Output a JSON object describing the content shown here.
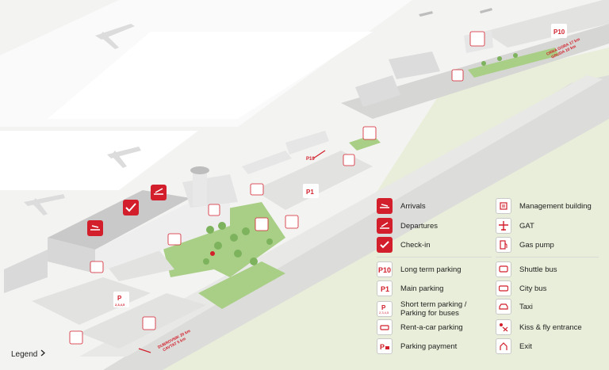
{
  "legend_link": {
    "label": "Legend",
    "chevron": "chevron-right-icon"
  },
  "road_signs": {
    "upper": "CRNA GORA 17 km",
    "upper_2": "GRUDA 10 km",
    "lower": "DUBROVNIK 20 km",
    "lower_2": "CAVTAT 5 km"
  },
  "map_pins": [
    {
      "id": "p10-top",
      "label": "P10"
    },
    {
      "id": "p10-mid",
      "label": "P10"
    },
    {
      "id": "p1",
      "label": "P1"
    },
    {
      "id": "p2345",
      "label": "P",
      "sub": "2,3,4,5"
    }
  ],
  "legend": {
    "col1": [
      {
        "label": "Arrivals",
        "icon": "arrivals-icon",
        "style": "red"
      },
      {
        "label": "Departures",
        "icon": "departures-icon",
        "style": "red"
      },
      {
        "label": "Check-in",
        "icon": "checkin-icon",
        "style": "red"
      },
      {
        "label": "Long term parking",
        "icon": "parking-p10-icon",
        "style": "white"
      },
      {
        "label": "Main parking",
        "icon": "parking-p1-icon",
        "style": "white"
      },
      {
        "label": "Short term parking /",
        "label2": "Parking for buses",
        "icon": "parking-p2345-icon",
        "style": "white"
      },
      {
        "label": "Rent-a-car parking",
        "icon": "rent-a-car-icon",
        "style": "white"
      },
      {
        "label": "Parking payment",
        "icon": "parking-payment-icon",
        "style": "white"
      }
    ],
    "col2": [
      {
        "label": "Management building",
        "icon": "management-building-icon",
        "style": "white"
      },
      {
        "label": "GAT",
        "icon": "gat-airplane-icon",
        "style": "white"
      },
      {
        "label": "Gas pump",
        "icon": "gas-pump-icon",
        "style": "white"
      },
      {
        "label": "Shuttle bus",
        "icon": "shuttle-bus-icon",
        "style": "white"
      },
      {
        "label": "City bus",
        "icon": "city-bus-icon",
        "style": "white"
      },
      {
        "label": "Taxi",
        "icon": "taxi-icon",
        "style": "white"
      },
      {
        "label": "Kiss & fly entrance",
        "icon": "kiss-fly-icon",
        "style": "white"
      },
      {
        "label": "Exit",
        "icon": "exit-icon",
        "style": "white"
      }
    ]
  },
  "colors": {
    "accent": "#d21f2b",
    "grass": "#e8eed9",
    "green": "#a9cf86",
    "road": "#d9d9d6",
    "building": "#e9e9e9"
  }
}
